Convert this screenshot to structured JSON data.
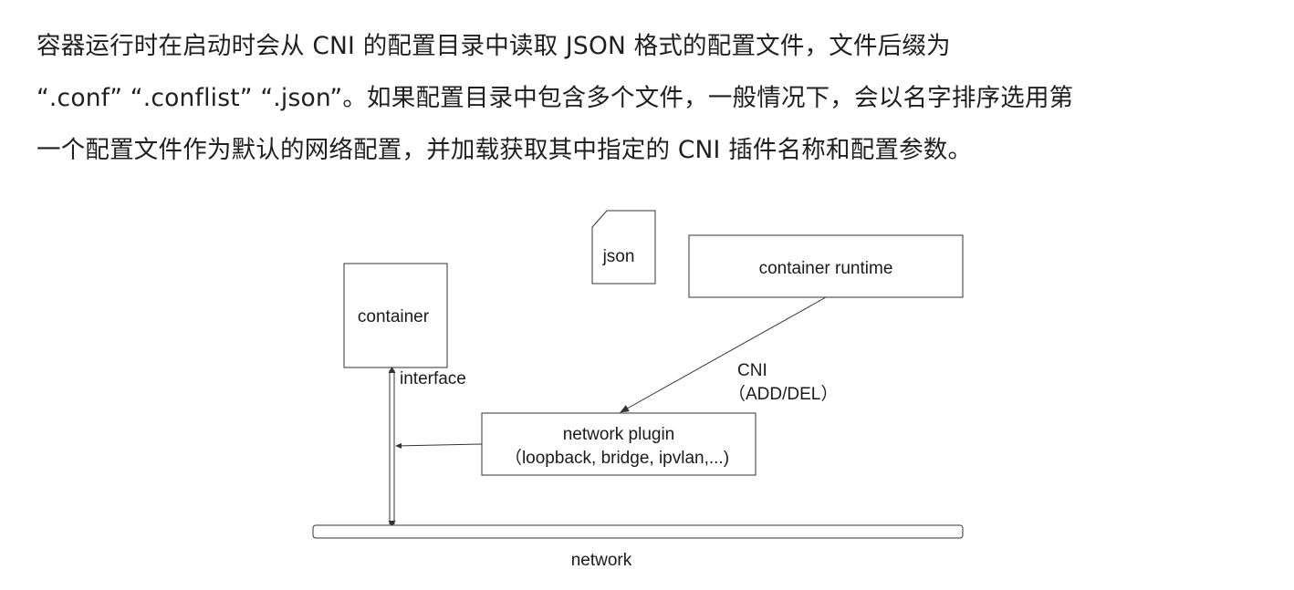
{
  "paragraph": {
    "line1": "容器运行时在启动时会从 CNI 的配置目录中读取 JSON 格式的配置文件，文件后缀为",
    "line2": "“.conf” “.conflist” “.json”。如果配置目录中包含多个文件，一般情况下，会以名字排序选用第",
    "line3": "一个配置文件作为默认的网络配置，并加载获取其中指定的 CNI 插件名称和配置参数。"
  },
  "diagram": {
    "json_doc_label": "json",
    "container_runtime_label": "container runtime",
    "container_label": "container",
    "interface_label": "interface",
    "cni_label": "CNI",
    "cni_ops_label": "（ADD/DEL）",
    "network_plugin_label": "network plugin",
    "network_plugin_examples": "（loopback, bridge, ipvlan,...)",
    "network_label": "network"
  }
}
